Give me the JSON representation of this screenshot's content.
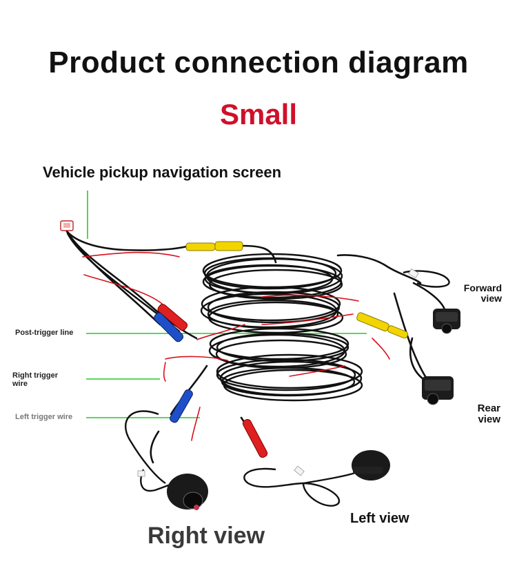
{
  "header": {
    "title": "Product connection diagram",
    "subtitle": "Small"
  },
  "labels": {
    "screen": "Vehicle pickup navigation screen",
    "post_trigger": "Post-trigger line",
    "right_trigger": "Right trigger wire",
    "left_trigger": "Left trigger wire",
    "forward_view": "Forward view",
    "rear_view": "Rear view",
    "left_view": "Left view",
    "right_view": "Right view"
  },
  "colors": {
    "title": "#111111",
    "accent": "#d0102a",
    "pointer_line": "#22cc22",
    "cable": "#111111",
    "red_wire": "#d8101c",
    "yellow_connector": "#f2d400",
    "blue_connector": "#1f4fc8",
    "red_connector": "#e02020"
  }
}
